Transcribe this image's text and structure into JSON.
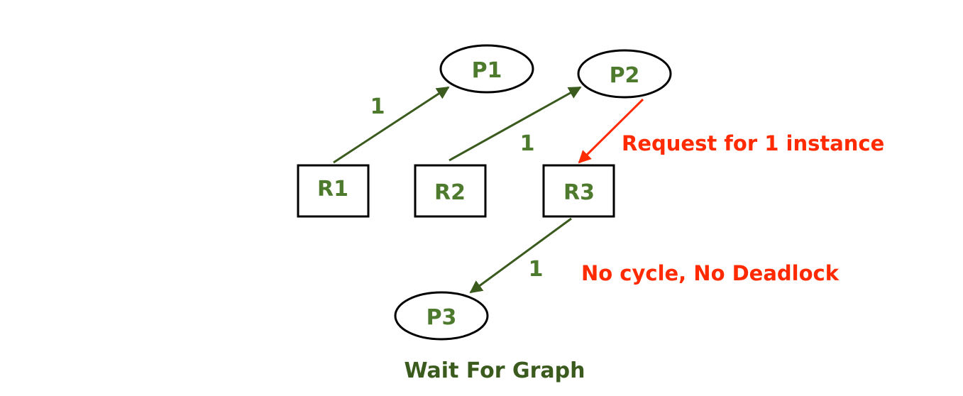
{
  "colors": {
    "green": "#4e7a2e",
    "arrow_green": "#3a5a1e",
    "red": "#ff2a00",
    "black": "#000000"
  },
  "nodes": {
    "p1": "P1",
    "p2": "P2",
    "p3": "P3",
    "r1": "R1",
    "r2": "R2",
    "r3": "R3"
  },
  "edges": {
    "r1_p1_label": "1",
    "r2_p2_label": "1",
    "r3_p3_label": "1"
  },
  "annotations": {
    "request": "Request for 1 instance",
    "result": "No cycle, No Deadlock"
  },
  "caption": "Wait For Graph"
}
